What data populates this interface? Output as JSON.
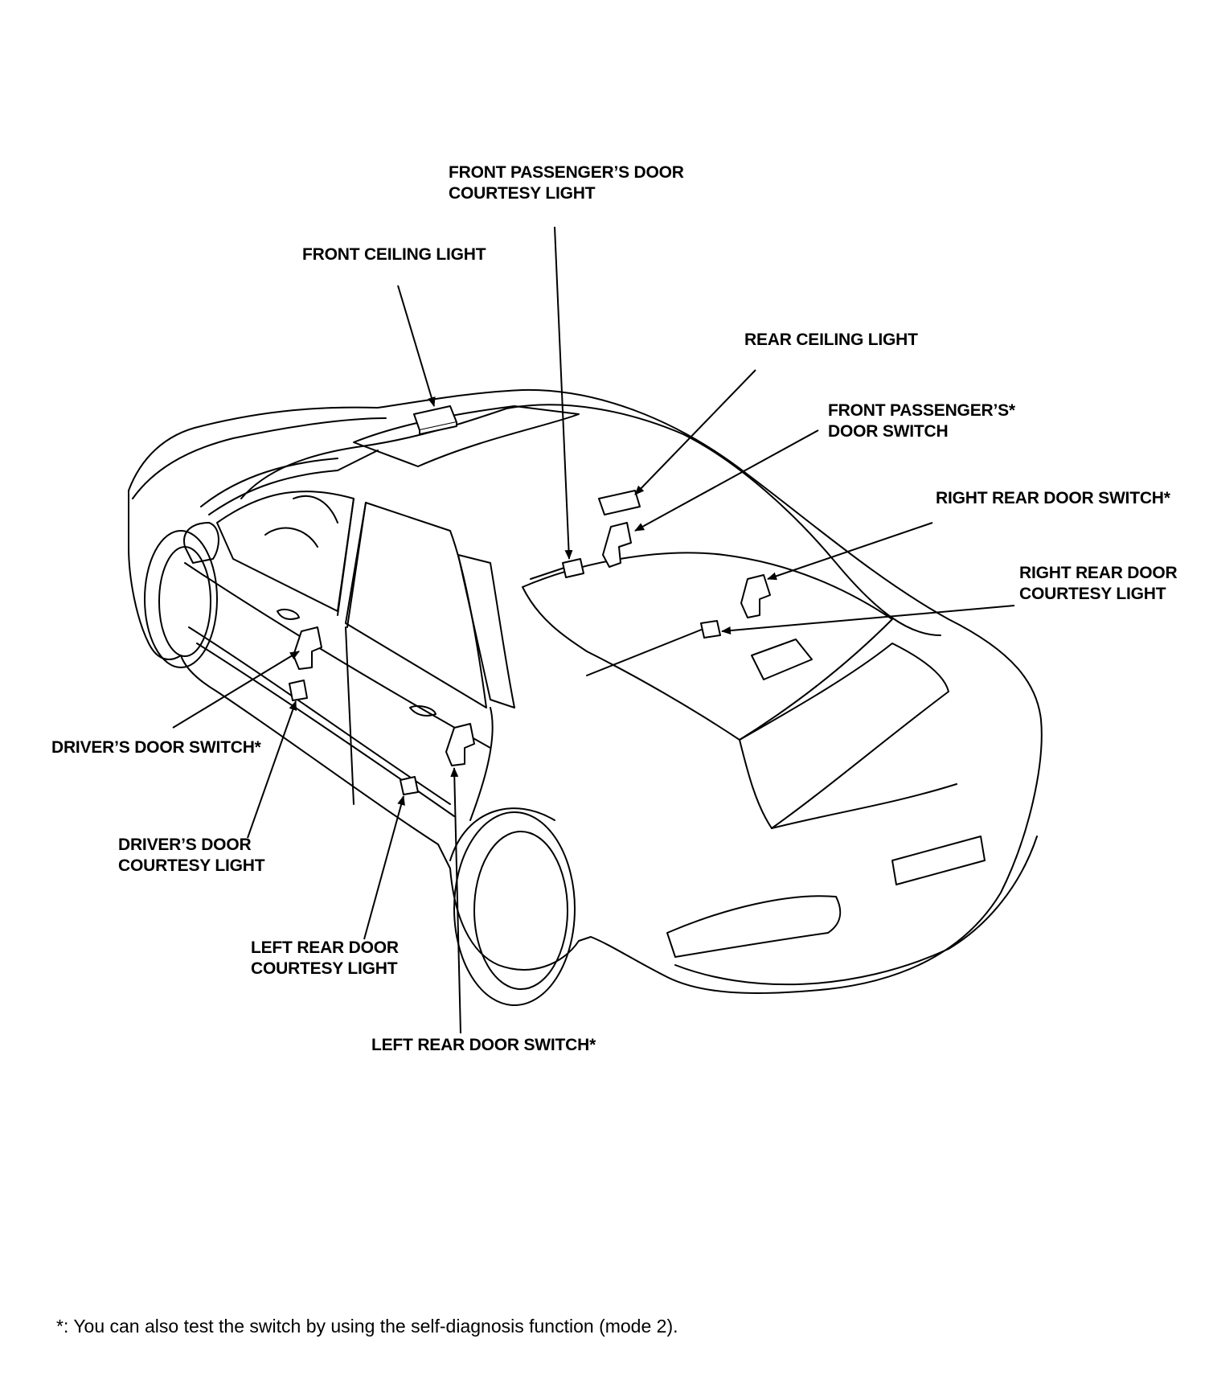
{
  "labels": {
    "front_passenger_door_courtesy_light": [
      "FRONT PASSENGER’S DOOR",
      "COURTESY LIGHT"
    ],
    "front_ceiling_light": [
      "FRONT CEILING LIGHT"
    ],
    "rear_ceiling_light": [
      "REAR CEILING LIGHT"
    ],
    "front_passenger_door_switch": [
      "FRONT PASSENGER’S*",
      "DOOR SWITCH"
    ],
    "right_rear_door_switch": [
      "RIGHT REAR DOOR SWITCH*"
    ],
    "right_rear_door_courtesy_light": [
      "RIGHT REAR DOOR",
      "COURTESY LIGHT"
    ],
    "drivers_door_switch": [
      "DRIVER’S DOOR SWITCH*"
    ],
    "drivers_door_courtesy_light": [
      "DRIVER’S DOOR",
      "COURTESY LIGHT"
    ],
    "left_rear_door_courtesy_light": [
      "LEFT REAR DOOR",
      "COURTESY LIGHT"
    ],
    "left_rear_door_switch": [
      "LEFT REAR DOOR SWITCH*"
    ]
  },
  "footnote": "*: You can also test the switch by using the self-diagnosis function (mode 2)."
}
